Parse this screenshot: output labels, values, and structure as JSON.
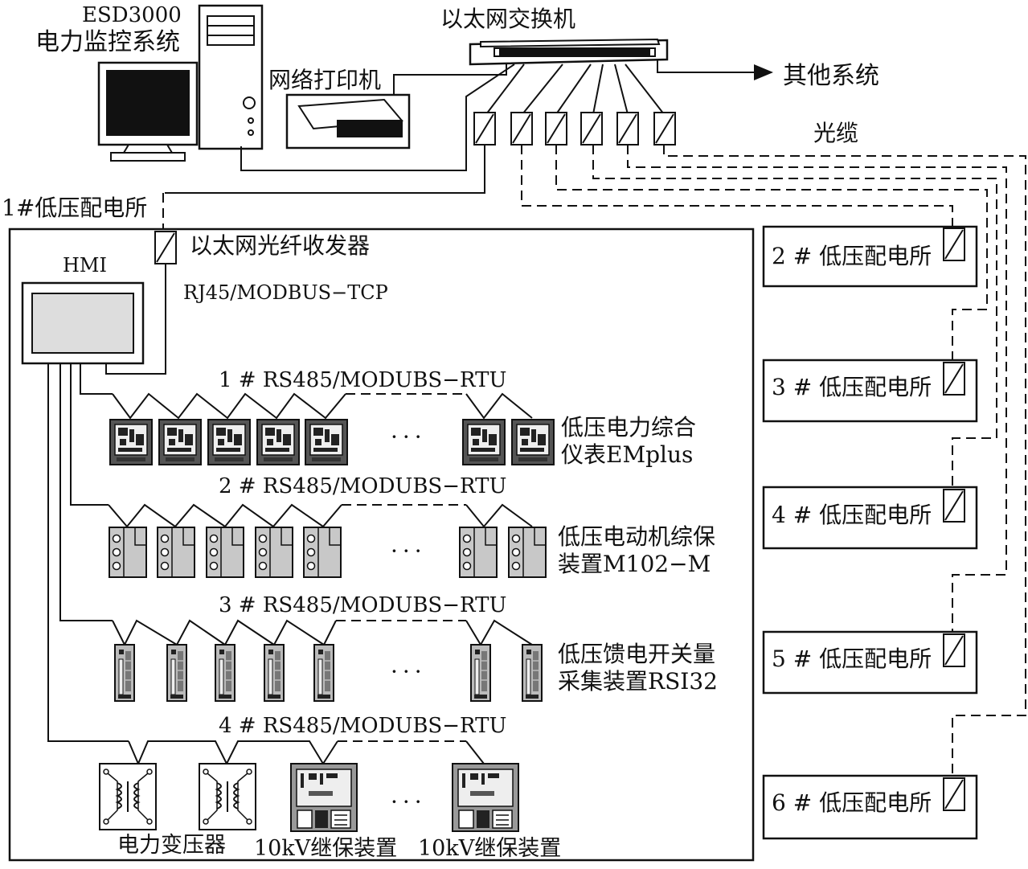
{
  "control_center": {
    "title_line1": "ESD3000",
    "title_line2": "电力监控系统"
  },
  "network": {
    "printer_label": "网络打印机",
    "switch_label": "以太网交换机",
    "other_systems": "其他系统",
    "fiber_cable": "光缆"
  },
  "substation_1": {
    "title": "1#低压配电所",
    "transceiver_label": "以太网光纤收发器",
    "hmi_label": "HMI",
    "protocol_label": "RJ45/MODBUS−TCP"
  },
  "buses": [
    {
      "label": "1 # RS485/MODUBS−RTU",
      "device_label_line1": "低压电力综合",
      "device_label_line2": "仪表EMplus"
    },
    {
      "label": "2 # RS485/MODUBS−RTU",
      "device_label_line1": "低压电动机综保",
      "device_label_line2": "装置M102−M"
    },
    {
      "label": "3 # RS485/MODUBS−RTU",
      "device_label_line1": "低压馈电开关量",
      "device_label_line2": "采集装置RSI32"
    },
    {
      "label": "4 # RS485/MODUBS−RTU"
    }
  ],
  "ellipsis": "···",
  "bus4_devices": {
    "transformer_label": "电力变压器",
    "relay_label_a": "10kV继保装置",
    "relay_label_b": "10kV继保装置"
  },
  "substations": [
    {
      "label": "2 # 低压配电所"
    },
    {
      "label": "3 # 低压配电所"
    },
    {
      "label": "4 # 低压配电所"
    },
    {
      "label": "5 # 低压配电所"
    },
    {
      "label": "6 # 低压配电所"
    }
  ]
}
